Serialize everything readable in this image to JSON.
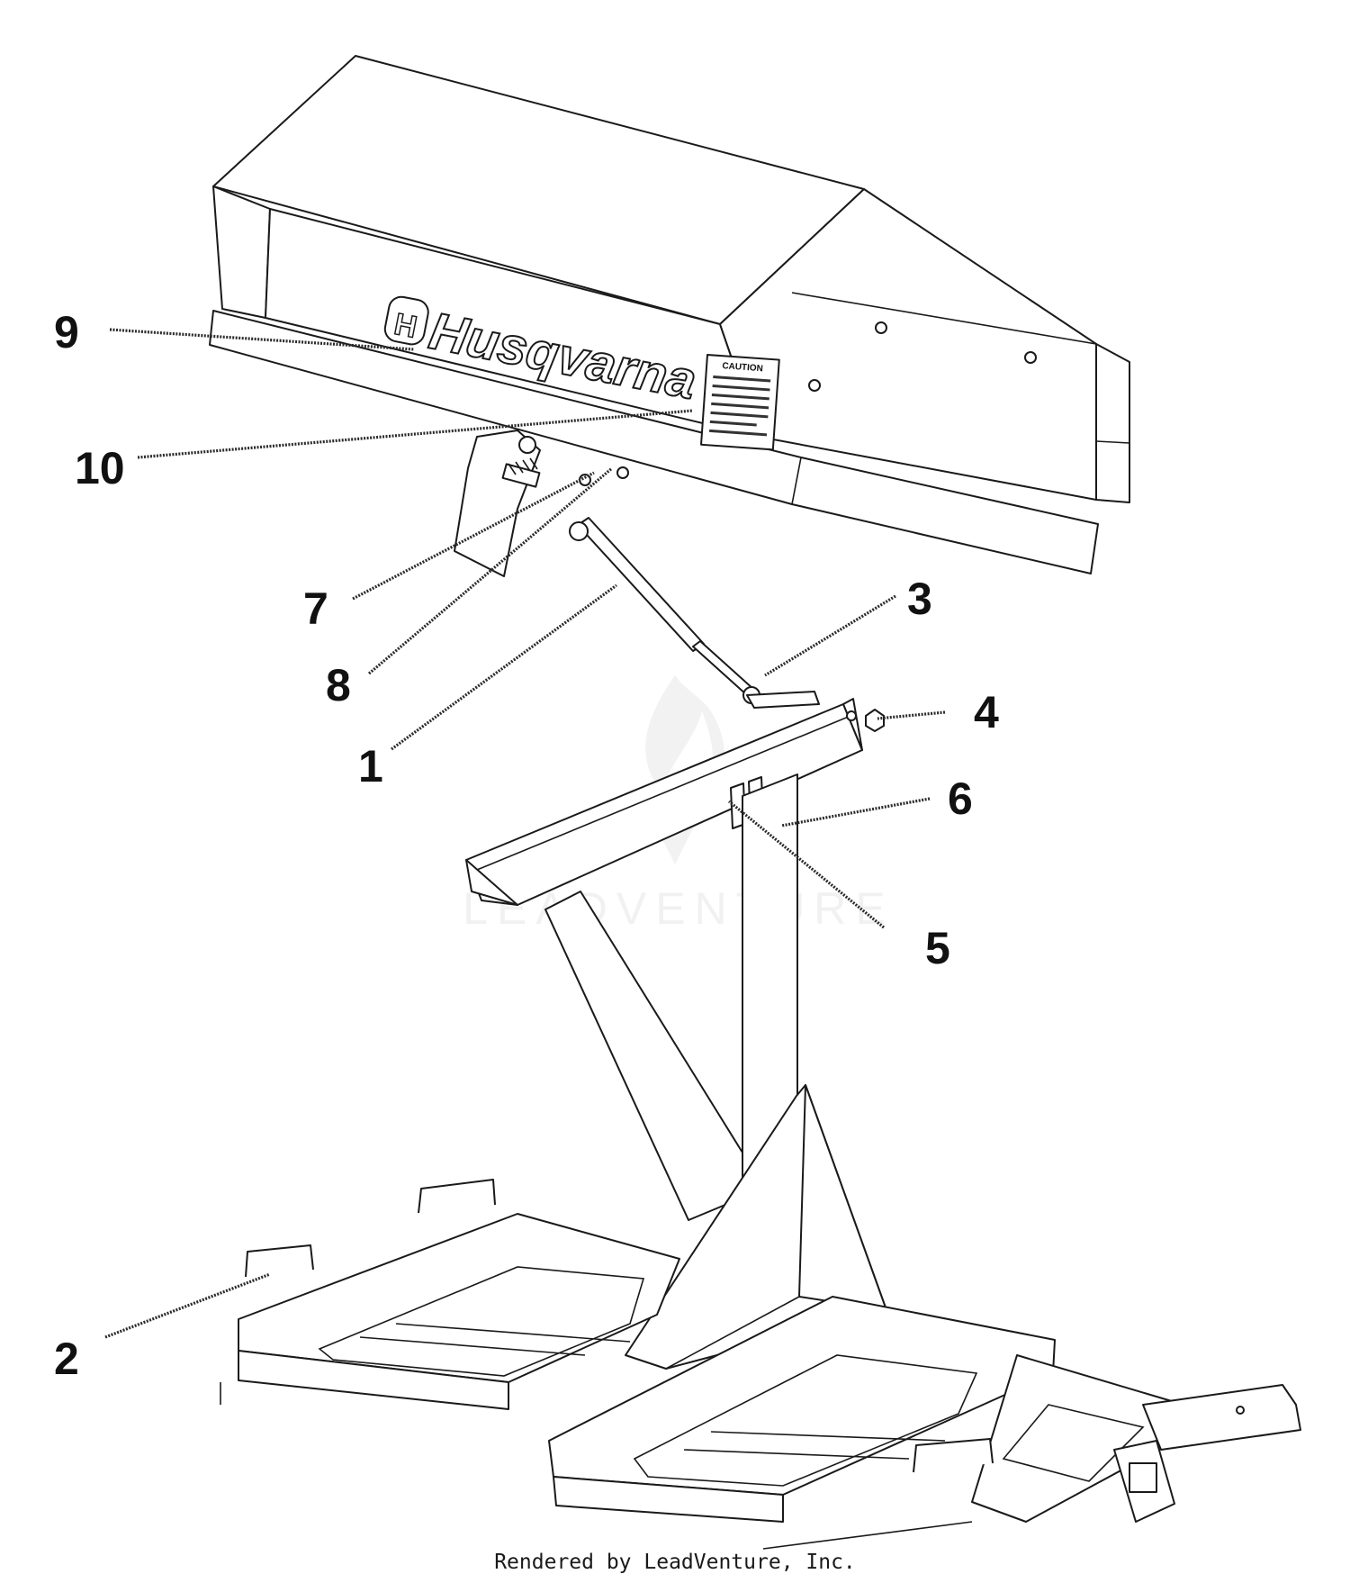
{
  "diagram": {
    "brand_logo_text": "Husqvarna",
    "caution_label_text": "CAUTION",
    "watermark_text": "LEADVENTURE",
    "callouts": [
      {
        "id": "1"
      },
      {
        "id": "2"
      },
      {
        "id": "3"
      },
      {
        "id": "4"
      },
      {
        "id": "5"
      },
      {
        "id": "6"
      },
      {
        "id": "7"
      },
      {
        "id": "8"
      },
      {
        "id": "9"
      },
      {
        "id": "10"
      }
    ]
  },
  "footer": {
    "text": "Rendered by LeadVenture, Inc."
  },
  "colors": {
    "line": "#1a1a1a",
    "background": "#ffffff",
    "watermark": "#e6e6e6"
  }
}
